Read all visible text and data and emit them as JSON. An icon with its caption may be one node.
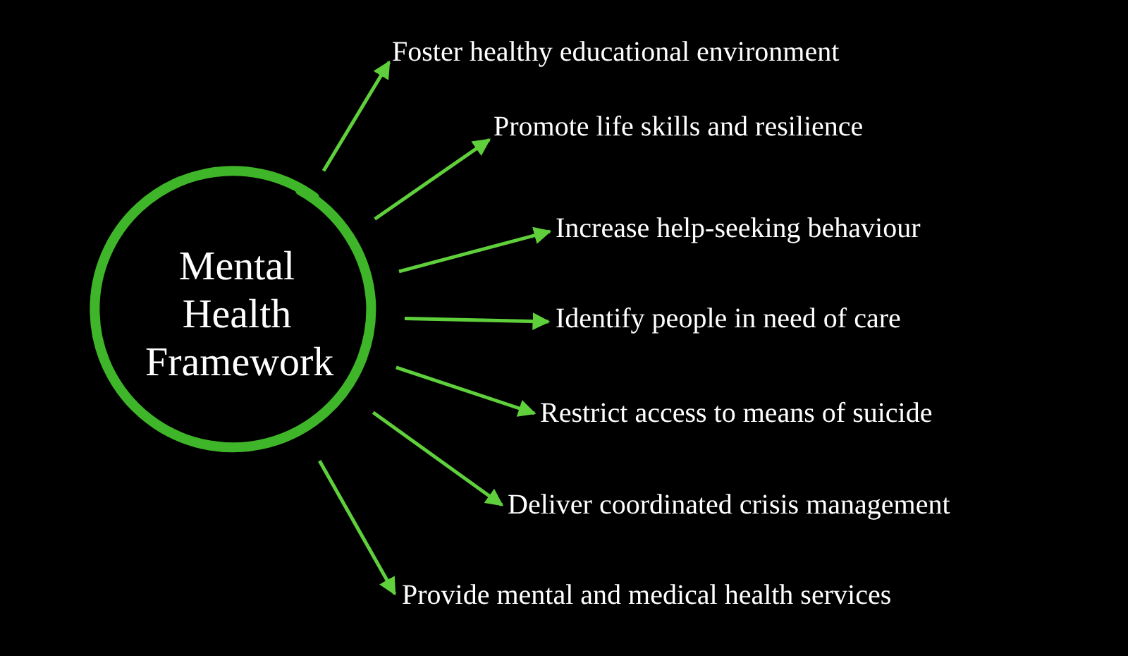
{
  "diagram": {
    "nodes": [
      {
        "text": [
          "Mental Health Framework"
        ]
      },
      {
        "text": [
          "Foster healthy educational environment"
        ]
      },
      {
        "text": [
          "Promote life skills and resilience"
        ]
      },
      {
        "text": [
          "Increase help-seeking behaviour"
        ]
      },
      {
        "text": [
          "Identify people in need of care"
        ]
      },
      {
        "text": [
          "Restrict access to means of suicide"
        ]
      },
      {
        "text": [
          "Deliver coordinated crisis management"
        ]
      },
      {
        "text": [
          "Provide mental and medical health services"
        ]
      }
    ],
    "edges": [
      {
        "from": 0,
        "to": 1,
        "arrow": "to"
      },
      {
        "from": 0,
        "to": 2,
        "arrow": "to"
      },
      {
        "from": 0,
        "to": 3,
        "arrow": "to"
      },
      {
        "from": 0,
        "to": 4,
        "arrow": "to"
      },
      {
        "from": 0,
        "to": 5,
        "arrow": "to"
      },
      {
        "from": 0,
        "to": 6,
        "arrow": "to"
      },
      {
        "from": 0,
        "to": 7,
        "arrow": "to"
      }
    ]
  }
}
